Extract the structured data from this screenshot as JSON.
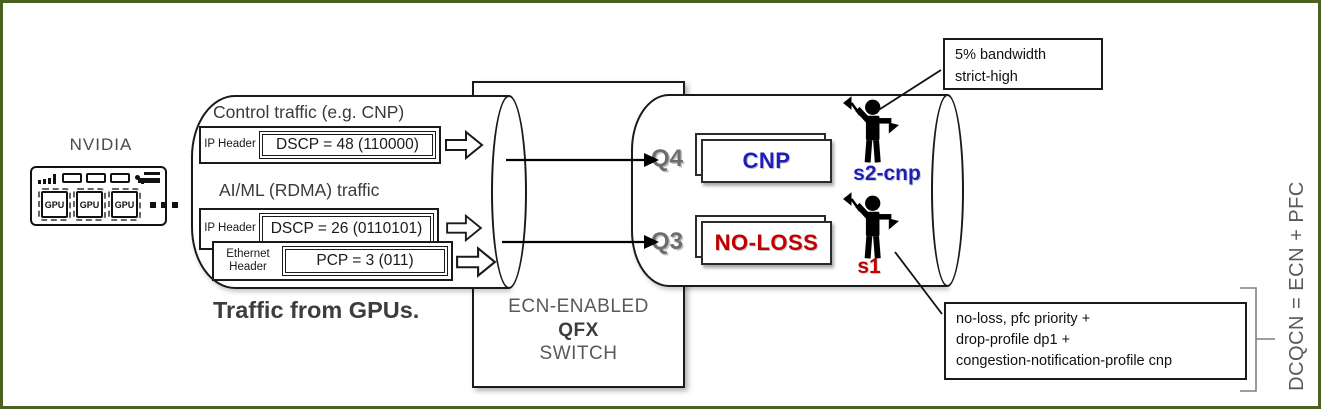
{
  "gpu_server": {
    "label": "NVIDIA",
    "chips": [
      "GPU",
      "GPU",
      "GPU"
    ]
  },
  "pipe": {
    "flow1": {
      "title": "Control traffic (e.g. CNP)",
      "h1": {
        "name": "IP Header",
        "value": "DSCP = 48 (110000)"
      }
    },
    "flow2": {
      "title": "AI/ML (RDMA) traffic",
      "h1": {
        "name": "IP Header",
        "value": "DSCP = 26 (0110101)"
      },
      "h2": {
        "name": "Ethernet Header",
        "value": "PCP = 3 (011)"
      }
    },
    "caption": "Traffic from GPUs."
  },
  "switch": {
    "line1": "ECN-ENABLED",
    "line2": "QFX",
    "line3": "SWITCH"
  },
  "queues": [
    {
      "id": "Q4",
      "card": "CNP",
      "color": "#1e1eb8",
      "scheduler": "s2-cnp"
    },
    {
      "id": "Q3",
      "card": "NO-LOSS",
      "color": "#c00000",
      "scheduler": "s1"
    }
  ],
  "callouts": {
    "strict_high": {
      "line1": "5% bandwidth",
      "line2": "strict-high"
    },
    "no_loss": {
      "line1": "no-loss, pfc priority +",
      "line2": "drop-profile dp1 +",
      "line3": "congestion-notification-profile cnp"
    }
  },
  "side_label": "DCQCN = ECN + PFC",
  "colors": {
    "frame_green": "#4a5f23",
    "cnp_blue": "#1e1eb8",
    "loss_red": "#c00000",
    "queue_gray": "#6d6d6d"
  },
  "icons": {
    "scheduler": "semaphore-person-icon",
    "flow_arrow": "block-arrow-right-icon"
  }
}
